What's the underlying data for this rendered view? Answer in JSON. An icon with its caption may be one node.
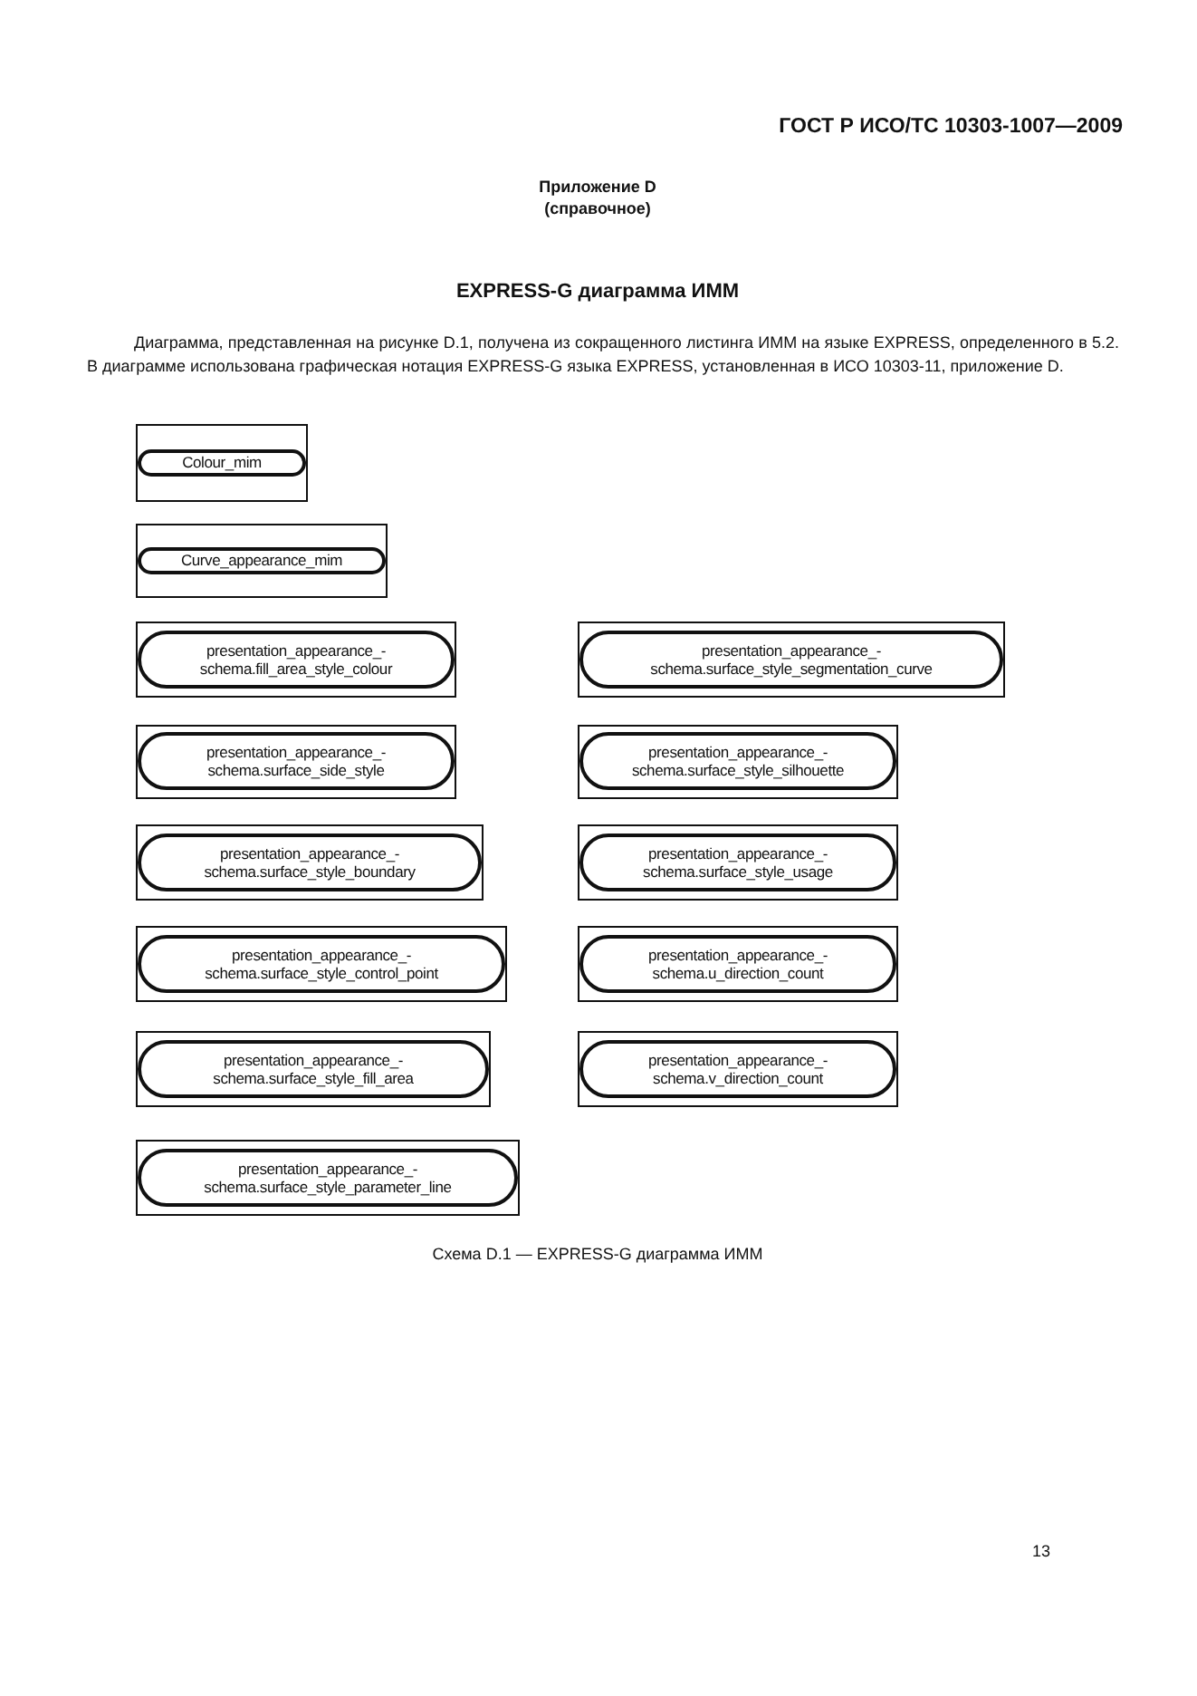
{
  "diagram": {
    "title": "EXPRESS-G диаграмма ИММ",
    "caption": "Схема D.1 — EXPRESS-G диаграмма ИММ",
    "nodes": [
      {
        "text": [],
        "shape": "box"
      },
      {
        "text": [
          "Colour_mim"
        ],
        "in": 0
      },
      {
        "text": [],
        "shape": "box"
      },
      {
        "text": [
          "Curve_appearance_mim"
        ],
        "in": 2
      },
      {
        "text": [],
        "shape": "box"
      },
      {
        "text": [
          "presentation_appearance_- schema.fill_area_style_colour"
        ],
        "in": 4
      },
      {
        "text": [],
        "shape": "box"
      },
      {
        "text": [
          "presentation_appearance_- schema.surface_style_segmentation_curve"
        ],
        "in": 6
      },
      {
        "text": [],
        "shape": "box"
      },
      {
        "text": [
          "presentation_appearance_- schema.surface_side_style"
        ],
        "in": 8
      },
      {
        "text": [],
        "shape": "box"
      },
      {
        "text": [
          "presentation_appearance_- schema.surface_style_silhouette"
        ],
        "in": 10
      },
      {
        "text": [],
        "shape": "box"
      },
      {
        "text": [
          "presentation_appearance_- schema.surface_style_boundary"
        ],
        "in": 12
      },
      {
        "text": [],
        "shape": "box"
      },
      {
        "text": [
          "presentation_appearance_- schema.surface_style_usage"
        ],
        "in": 14
      },
      {
        "text": [],
        "shape": "box"
      },
      {
        "text": [
          "presentation_appearance_- schema.surface_style_control_point"
        ],
        "in": 16
      },
      {
        "text": [],
        "shape": "box"
      },
      {
        "text": [
          "presentation_appearance_- schema.u_direction_count"
        ],
        "in": 18
      },
      {
        "text": [],
        "shape": "box"
      },
      {
        "text": [
          "presentation_appearance_- schema.surface_style_fill_area"
        ],
        "in": 20
      },
      {
        "text": [],
        "shape": "box"
      },
      {
        "text": [
          "presentation_appearance_- schema.v_direction_count"
        ],
        "in": 22
      },
      {
        "text": [],
        "shape": "box"
      },
      {
        "text": [
          "presentation_appearance_- schema.surface_style_parameter_line"
        ],
        "in": 24
      }
    ],
    "labels": [
      "ГОСТ Р ИСО/ТС 10303-1007—2009",
      "Приложение D",
      "(справочное)",
      "Диаграмма, представленная на рисунке D.1, получена из сокращенного листинга ИММ на языке EXPRESS, определенного в 5.2. В диаграмме использована графическая нотация EXPRESS-G языка EXPRESS, установленная в ИСО 10303-11, приложение D.",
      "13"
    ]
  }
}
